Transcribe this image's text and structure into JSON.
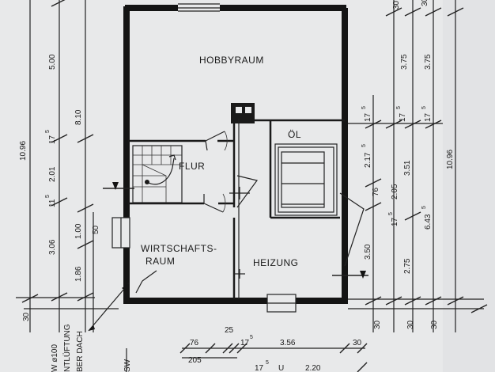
{
  "rooms": {
    "hobbyraum": "HOBBYRAUM",
    "flur": "FLUR",
    "oel": "ÖL",
    "wirtschaftsraum_line1": "WIRTSCHAFTS-",
    "wirtschaftsraum_line2": "RAUM",
    "heizung": "HEIZUNG"
  },
  "left_dims": {
    "total": "10.96",
    "d500": "5.00",
    "d810": "8.10",
    "d201": "2.01",
    "d175": "17",
    "d175_sup": "5",
    "d115": "11",
    "d115_sup": "5",
    "d306": "3.06",
    "d100": "1.00",
    "d50": "50",
    "d186": "1.86",
    "d30": "30"
  },
  "left_note": {
    "line1": "W ø100",
    "line2": "NTLÜFTUNG",
    "line3": "BER DACH"
  },
  "right_dims": {
    "top30a": "30",
    "top30b": "30",
    "d375a": "3.75",
    "d375b": "3.75",
    "d175a": "17",
    "d175a_sup": "5",
    "d175b": "17",
    "d175b_sup": "5",
    "d175c": "17",
    "d175c_sup": "5",
    "d2175": "2.17",
    "d2175_sup": "5",
    "d76": "76",
    "d205": "2.05",
    "d351": "3.51",
    "d1096": "10.96",
    "d175d": "17",
    "d175d_sup": "5",
    "d643": "6.43",
    "d643_sup": "5",
    "d350": "3.50",
    "d275": "2.75",
    "bot30a": "30",
    "bot30b": "30",
    "bot30c": "30"
  },
  "bottom_dims": {
    "d25": "25",
    "d76": "76",
    "d205": "205",
    "d175": "17",
    "d175_sup": "5",
    "d356": "3.56",
    "d30": "30",
    "d175b": "17",
    "d175b_sup": "5",
    "d220": "2.20",
    "sw": "SW",
    "partial_u": "U"
  }
}
